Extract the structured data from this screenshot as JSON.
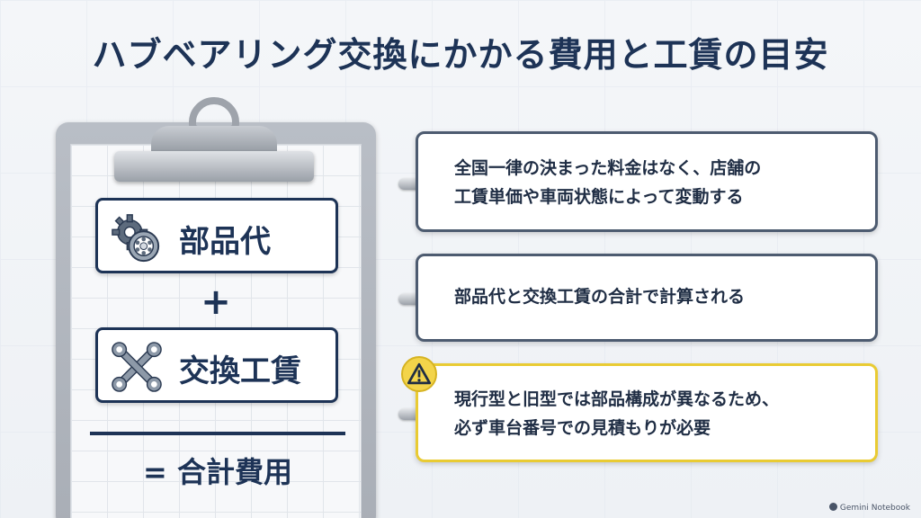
{
  "title": "ハブベアリング交換にかかる費用と工賃の目安",
  "clipboard": {
    "items": [
      {
        "icon": "gear-bearing-icon",
        "label": "部品代"
      },
      {
        "icon": "crossed-wrenches-icon",
        "label": "交換工賃"
      }
    ],
    "plus": "+",
    "total": "= 合計費用"
  },
  "notes": [
    {
      "lines": [
        "全国一律の決まった料金はなく、店舗の",
        "工賃単価や車両状態によって変動する"
      ],
      "warning": false
    },
    {
      "lines": [
        "部品代と交換工賃の合計で計算される"
      ],
      "warning": false
    },
    {
      "lines": [
        "現行型と旧型では部品構成が異なるため、",
        "必ず車台番号での見積もりが必要"
      ],
      "warning": true,
      "icon": "warning-triangle-icon"
    }
  ],
  "colors": {
    "navy": "#1d3356",
    "warning": "#e9cb33",
    "card_border": "#4d5b70"
  },
  "credit": "Gemini Notebook"
}
